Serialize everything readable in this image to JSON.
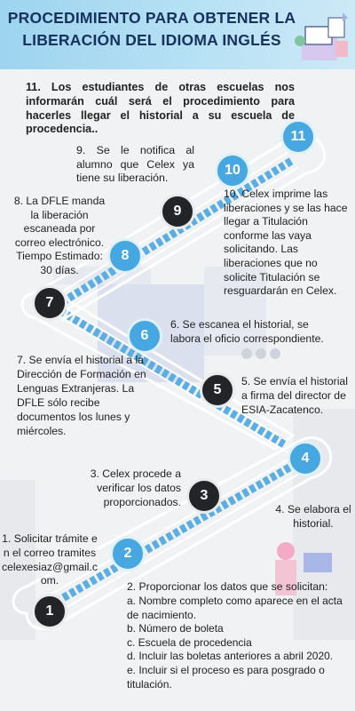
{
  "title": {
    "line1": "PROCEDIMIENTO PARA OBTENER LA",
    "line2": "LIBERACIÓN DEL IDIOMA INGLÉS"
  },
  "colors": {
    "header_bg": "#a9daf2",
    "title": "#16325c",
    "dark_circle": "#222428",
    "blue_circle": "#47a7e0",
    "stairs": "#5aaee3"
  },
  "steps": [
    {
      "number": "1",
      "text": "1. Solicitar trámite en el correo tramitescelexesiaz@gmail.com."
    },
    {
      "number": "2",
      "text": "2. Proporcionar los datos que se solicitan:"
    },
    {
      "number": "3",
      "text": "3. Celex procede a verificar los datos proporcionados."
    },
    {
      "number": "4",
      "text": "4. Se elabora el historial."
    },
    {
      "number": "5",
      "text": "5. Se envía el historial a firma del director de ESIA-Zacatenco."
    },
    {
      "number": "6",
      "text": "6. Se escanea el historial, se labora el oficio correspondiente."
    },
    {
      "number": "7",
      "text": "7. Se envía el historial a la Dirección de Formación en Lenguas Extranjeras. La DFLE sólo recibe documentos los lunes y miércoles."
    },
    {
      "number": "8",
      "text": "8. La DFLE manda la liberación escaneada por correo electrónico. Tiempo Estimado: 30 días."
    },
    {
      "number": "9",
      "text": "9. Se le notifica al alumno que Celex ya tiene su liberación."
    },
    {
      "number": "10",
      "text": "10. Celex imprime las liberaciones y se las hace llegar a Titulación conforme las vaya solicitando. Las liberaciones que no solicite Titulación se resguardarán en Celex."
    },
    {
      "number": "11",
      "text": "11. Los estudiantes de otras escuelas nos informarán cuál será el procedimiento para hacerles llegar el historial a su escuela de procedencia.."
    }
  ],
  "step2_items": [
    "a. Nombre completo como aparece en el acta de nacimiento.",
    "b. Número de boleta",
    "c. Escuela de procedencia",
    "d. Incluir las boletas anteriores a abril 2020.",
    "e. Incluir si el proceso es para posgrado o titulación."
  ]
}
